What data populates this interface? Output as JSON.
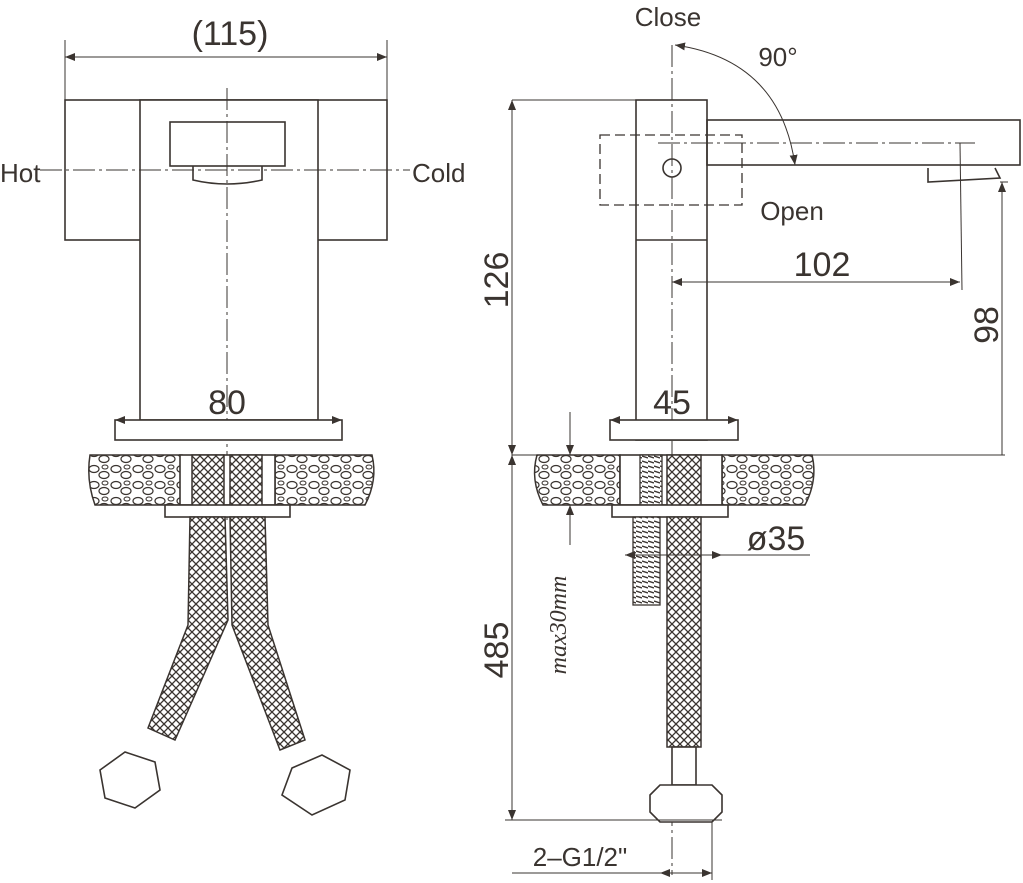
{
  "front_view": {
    "width_label": "(115)",
    "hot_label": "Hot",
    "cold_label": "Cold",
    "base_width_label": "80"
  },
  "side_view": {
    "close_label": "Close",
    "angle_label": "90°",
    "open_label": "Open",
    "spout_reach_label": "102",
    "height_label": "126",
    "spout_height_label": "98",
    "base_width_label": "45",
    "hole_diameter_label": "ø35",
    "hose_length_label": "485",
    "max_thickness_label": "max30mm",
    "connection_label": "2–G1/2\""
  },
  "colors": {
    "line": "#3a3430",
    "background": "#ffffff"
  }
}
